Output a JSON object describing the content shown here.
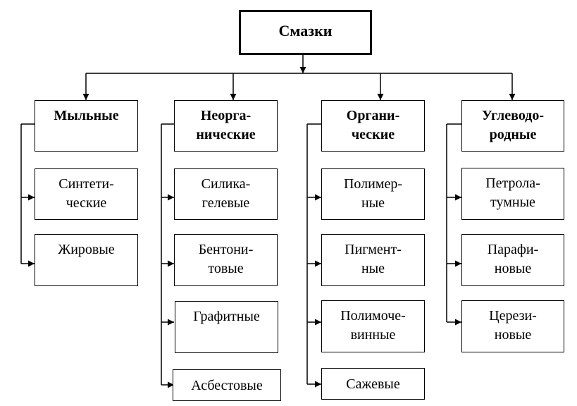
{
  "root": {
    "label": "Смазки"
  },
  "categories": [
    {
      "label_lines": [
        "Мыльные"
      ],
      "children": [
        {
          "label_lines": [
            "Синтети-",
            "ческие"
          ]
        },
        {
          "label_lines": [
            "Жировые"
          ]
        }
      ]
    },
    {
      "label_lines": [
        "Неорга-",
        "нические"
      ],
      "children": [
        {
          "label_lines": [
            "Силика-",
            "гелевые"
          ]
        },
        {
          "label_lines": [
            "Бентони-",
            "товые"
          ]
        },
        {
          "label_lines": [
            "Графитные"
          ]
        },
        {
          "label_lines": [
            "Асбестовые"
          ]
        }
      ]
    },
    {
      "label_lines": [
        "Органи-",
        "ческие"
      ],
      "children": [
        {
          "label_lines": [
            "Полимер-",
            "ные"
          ]
        },
        {
          "label_lines": [
            "Пигмент-",
            "ные"
          ]
        },
        {
          "label_lines": [
            "Полимоче-",
            "винные"
          ]
        },
        {
          "label_lines": [
            "Сажевые"
          ]
        }
      ]
    },
    {
      "label_lines": [
        "Углеводо-",
        "родные"
      ],
      "children": [
        {
          "label_lines": [
            "Петрола-",
            "тумные"
          ]
        },
        {
          "label_lines": [
            "Парафи-",
            "новые"
          ]
        },
        {
          "label_lines": [
            "Церези-",
            "новые"
          ]
        }
      ]
    }
  ]
}
